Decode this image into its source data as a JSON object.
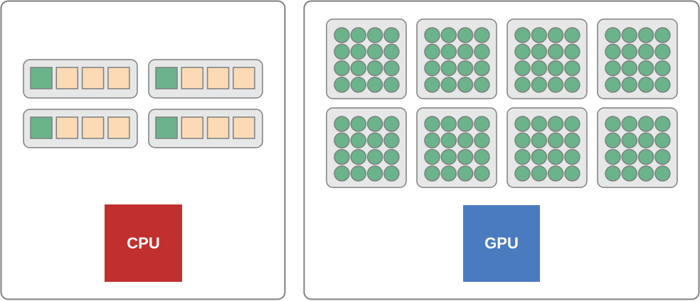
{
  "cpu": {
    "label": "CPU",
    "color": "#c0302e",
    "core_groups": 4,
    "cells_per_group": [
      "control",
      "alu",
      "alu",
      "alu"
    ]
  },
  "gpu": {
    "label": "GPU",
    "color": "#4a7bbf",
    "blocks": 8,
    "cores_per_block": 16
  },
  "colors": {
    "panel_border": "#7f7f7f",
    "group_fill": "#e6e7e7",
    "control_fill": "#6bb38a",
    "alu_fill": "#fbdab5",
    "gpu_core_fill": "#6bb38a"
  }
}
